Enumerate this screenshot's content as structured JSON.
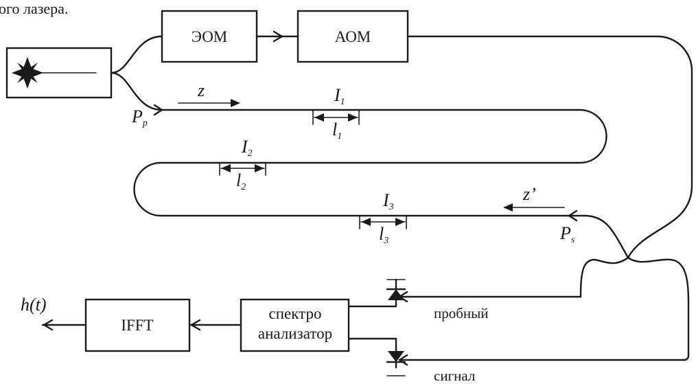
{
  "caption_fragment": "ого лазера.",
  "blocks": {
    "eom": "ЭОМ",
    "aom": "АОМ",
    "ifft": "IFFT",
    "analyzer_line1": "спектро",
    "analyzer_line2": "анализатор"
  },
  "symbols": {
    "z": "z",
    "z_prime": "z’",
    "pp_main": "P",
    "pp_sub": "p",
    "ps_main": "P",
    "ps_sub": "s",
    "i": "I",
    "l": "l",
    "i1_sub": "1",
    "l1_sub": "1",
    "i2_sub": "2",
    "l2_sub": "2",
    "i3_sub": "3",
    "l3_sub": "3",
    "output": "h(t)"
  },
  "outputs": {
    "probe": "пробный",
    "signal": "сигнал"
  }
}
